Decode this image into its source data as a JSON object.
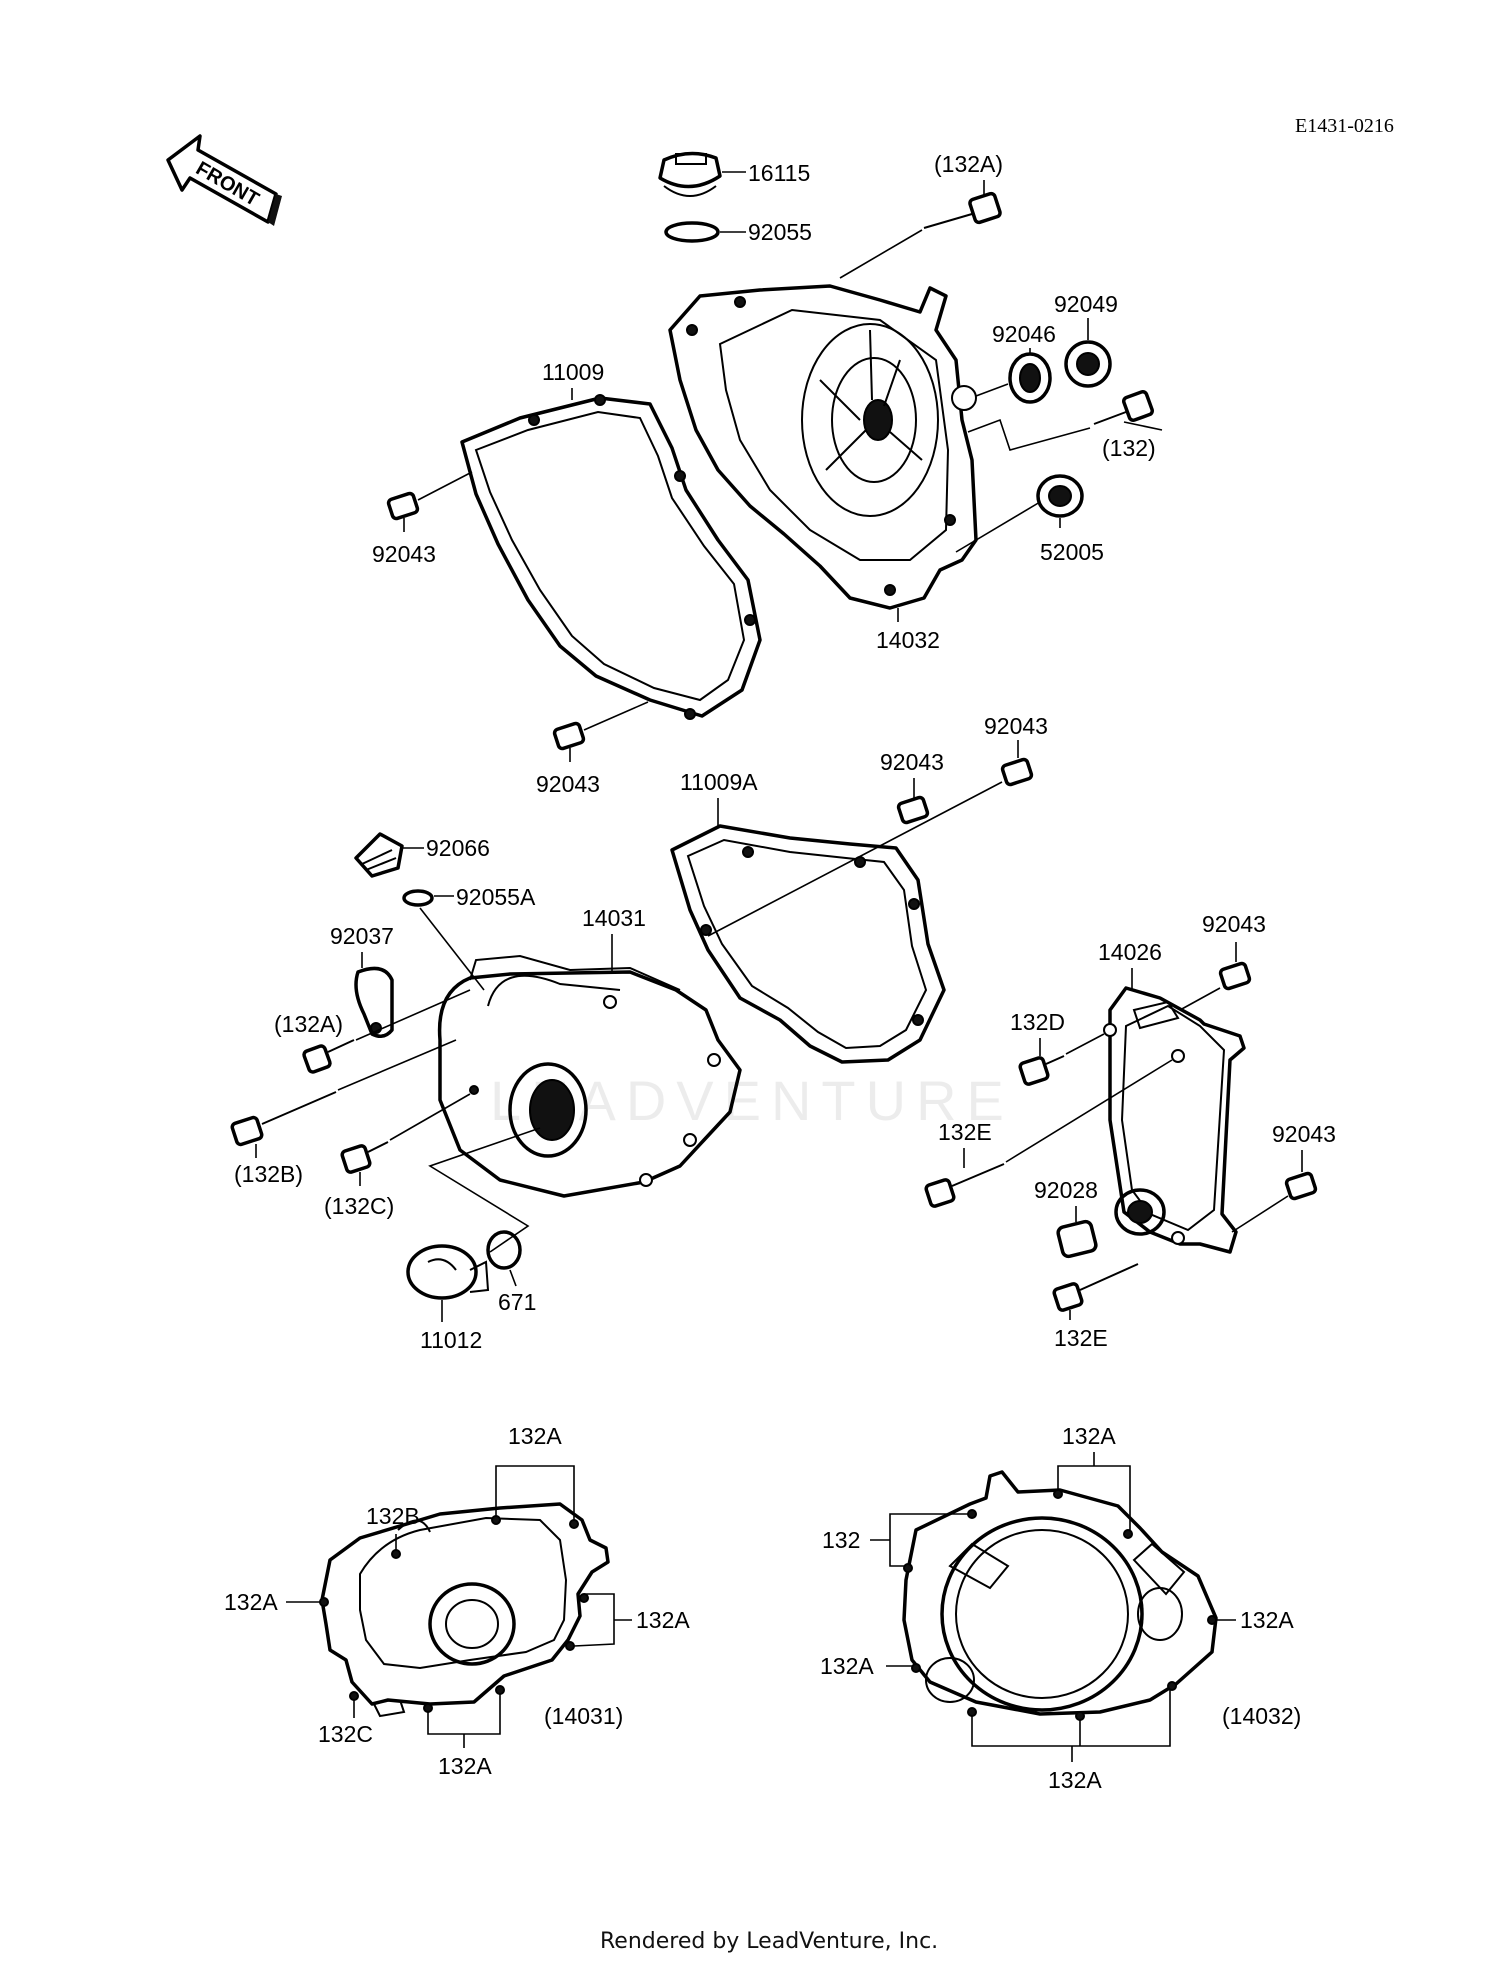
{
  "diagram_code": "E1431-0216",
  "direction_badge": "FRONT",
  "watermark_text": "LEADVENTURE",
  "footer": "Rendered by LeadVenture, Inc.",
  "callouts": {
    "c16115": "16115",
    "c92055": "92055",
    "c132A_top": "(132A)",
    "c92049": "92049",
    "c92046": "92046",
    "c132_paren": "(132)",
    "c52005": "52005",
    "c14032": "14032",
    "c11009": "11009",
    "c92043_a": "92043",
    "c92043_b": "92043",
    "c92043_c": "92043",
    "c92043_d": "92043",
    "c92043_e": "92043",
    "c92043_f": "92043",
    "c11009A": "11009A",
    "c92066": "92066",
    "c92055A": "92055A",
    "c92037": "92037",
    "c14031": "14031",
    "c132A_mid": "(132A)",
    "c132B": "(132B)",
    "c132C": "(132C)",
    "c671": "671",
    "c11012": "11012",
    "c14026": "14026",
    "c132D": "132D",
    "c132E_a": "132E",
    "c92028": "92028",
    "c132E_b": "132E"
  },
  "bolt_map_left": {
    "ref": "(14031)",
    "l132A_top": "132A",
    "l132B": "132B",
    "l132A_left": "132A",
    "l132A_right": "132A",
    "l132C": "132C",
    "l132A_bottom": "132A"
  },
  "bolt_map_right": {
    "ref": "(14032)",
    "l132A_top": "132A",
    "l132": "132",
    "l132A_right": "132A",
    "l132A_left": "132A",
    "l132A_bottom": "132A"
  }
}
